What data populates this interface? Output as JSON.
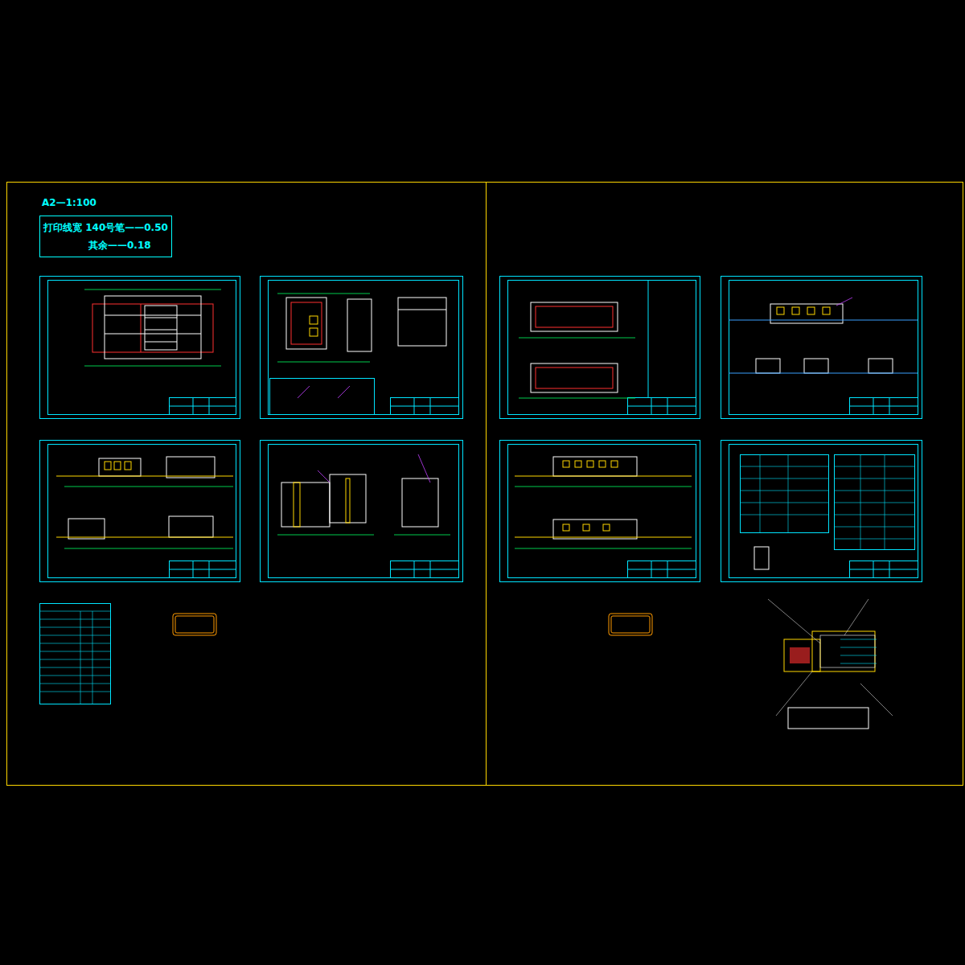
{
  "diagram": {
    "nodes": [
      {
        "text": [
          "打印线宽  140号笔——0.50",
          "其余——0.18"
        ]
      }
    ],
    "labels": [
      "A2—1:100"
    ]
  }
}
